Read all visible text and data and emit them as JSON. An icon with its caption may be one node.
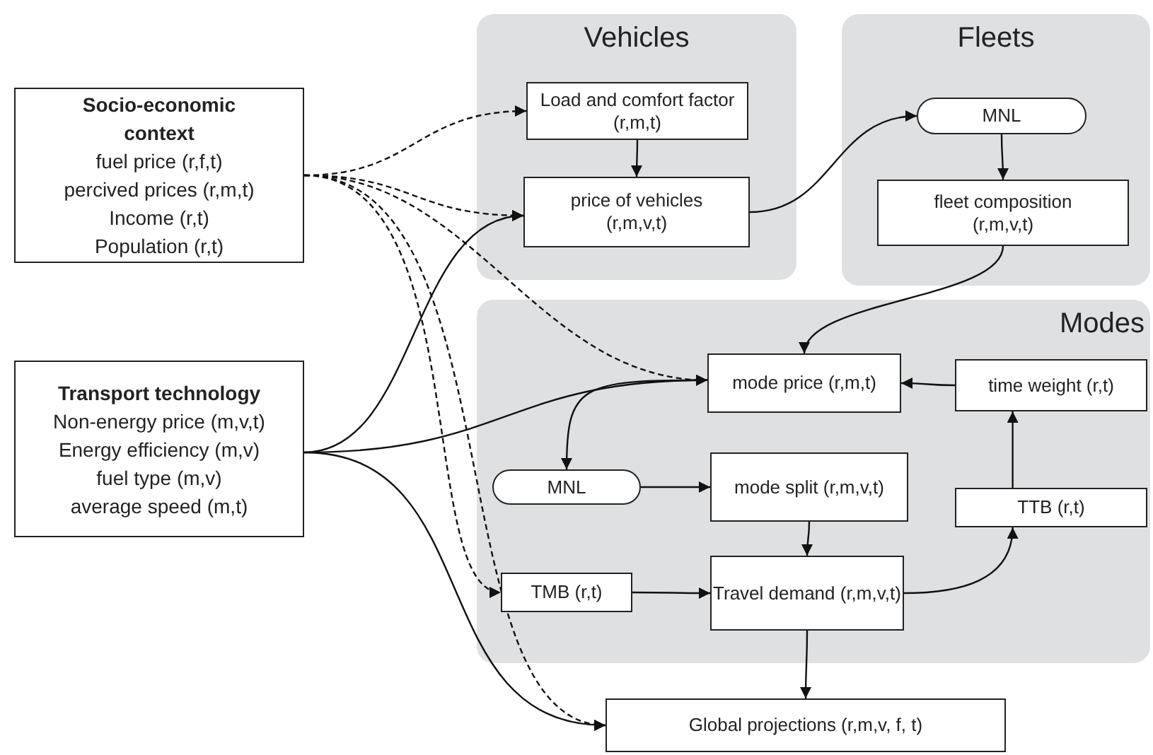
{
  "diagram": {
    "nodes": [
      {
        "text": [
          "Socio-economic context",
          "fuel price (r,f,t)",
          "percived prices (r,m,t)",
          "Income (r,t)",
          "Population (r,t)"
        ]
      },
      {
        "text": [
          "Transport technology",
          "Non-energy price (m,v,t)",
          "Energy efficiency (m,v)",
          "fuel type (m,v)",
          "average speed (m,t)"
        ]
      },
      {
        "text": [
          "Vehicles"
        ]
      },
      {
        "text": [
          "Load and comfort factor (r,m,t)"
        ],
        "in": 2
      },
      {
        "text": [
          "price of vehicles (r,m,v,t)"
        ],
        "in": 2
      },
      {
        "text": [
          "Fleets"
        ]
      },
      {
        "text": [
          "MNL"
        ],
        "in": 5
      },
      {
        "text": [
          "fleet composition (r,m,v,t)"
        ],
        "in": 5
      },
      {
        "text": [
          "Modes"
        ]
      },
      {
        "text": [
          "mode price (r,m,t)"
        ],
        "in": 8
      },
      {
        "text": [
          "time weight (r,t)"
        ],
        "in": 8
      },
      {
        "text": [
          "MNL"
        ],
        "in": 8
      },
      {
        "text": [
          "mode split (r,m,v,t)"
        ],
        "in": 8
      },
      {
        "text": [
          "TTB (r,t)"
        ],
        "in": 8
      },
      {
        "text": [
          "TMB (r,t)"
        ],
        "in": 8
      },
      {
        "text": [
          "Travel demand (r,m,v,t)"
        ],
        "in": 8
      },
      {
        "text": [
          "Global projections (r,m,v, f, t)"
        ]
      }
    ],
    "edges": [
      {
        "from": 0,
        "to": 3,
        "arrow": "to",
        "style": "dashed"
      },
      {
        "from": 0,
        "to": 4,
        "arrow": "to",
        "style": "dashed"
      },
      {
        "from": 0,
        "to": 9,
        "arrow": "to",
        "style": "dashed"
      },
      {
        "from": 0,
        "to": 14,
        "arrow": "to",
        "style": "dashed"
      },
      {
        "from": 0,
        "to": 16,
        "arrow": "to",
        "style": "dashed"
      },
      {
        "from": 1,
        "to": 4,
        "arrow": "to"
      },
      {
        "from": 1,
        "to": 9,
        "arrow": "to"
      },
      {
        "from": 1,
        "to": 16,
        "arrow": "to"
      },
      {
        "from": 3,
        "to": 4,
        "arrow": "to"
      },
      {
        "from": 4,
        "to": 6,
        "arrow": "to"
      },
      {
        "from": 6,
        "to": 7,
        "arrow": "to"
      },
      {
        "from": 7,
        "to": 9,
        "arrow": "to"
      },
      {
        "from": 9,
        "to": 11,
        "arrow": "to"
      },
      {
        "from": 10,
        "to": 9,
        "arrow": "to"
      },
      {
        "from": 11,
        "to": 12,
        "arrow": "to"
      },
      {
        "from": 12,
        "to": 15,
        "arrow": "to"
      },
      {
        "from": 14,
        "to": 15,
        "arrow": "to"
      },
      {
        "from": 15,
        "to": 13,
        "arrow": "to"
      },
      {
        "from": 13,
        "to": 10,
        "arrow": "to"
      },
      {
        "from": 15,
        "to": 16,
        "arrow": "to"
      }
    ]
  }
}
